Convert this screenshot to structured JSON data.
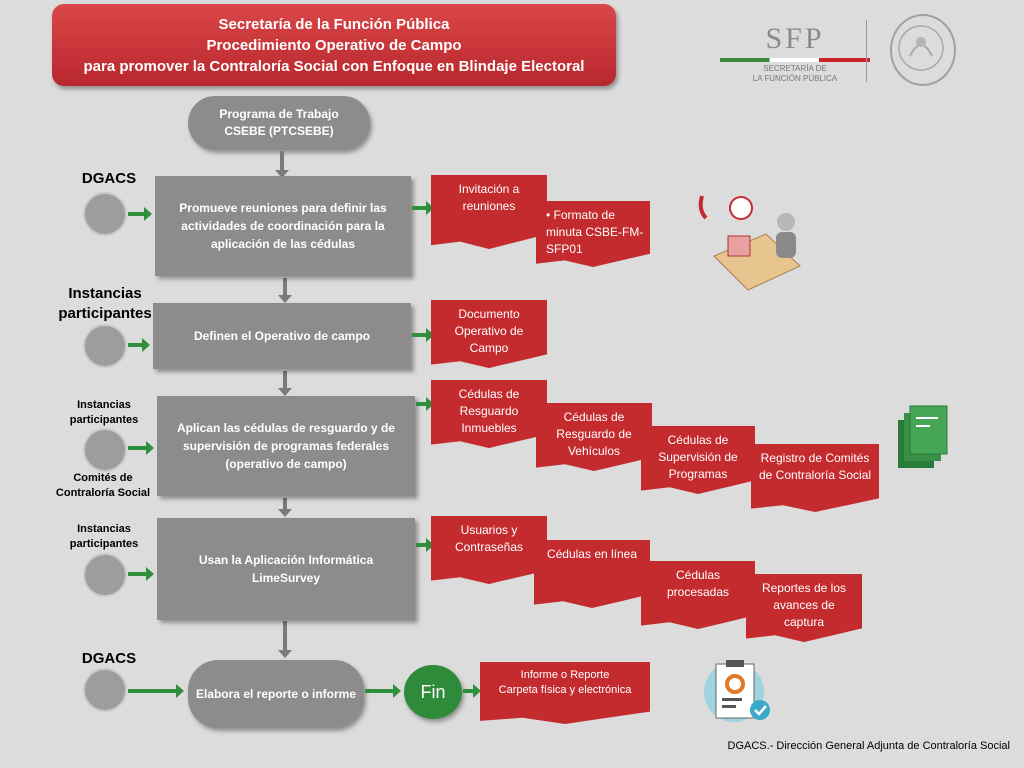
{
  "header": {
    "line1": "Secretaría de la Función Pública",
    "line2": "Procedimiento Operativo de Campo",
    "line3": "para promover la Contraloría Social con Enfoque en Blindaje Electoral"
  },
  "logo": {
    "abbr": "SFP",
    "sub1": "SECRETARÍA DE",
    "sub2": "LA FUNCIÓN PÚBLICA"
  },
  "start": {
    "line1": "Programa de Trabajo",
    "line2": "CSEBE (PTCSEBE)"
  },
  "actors": {
    "a1": "DGACS",
    "a2_line1": "Instancias",
    "a2_line2": "participantes",
    "a3_line1": "Instancias",
    "a3_line2": "participantes",
    "a3_bottom1": "Comités de",
    "a3_bottom2": "Contraloría Social",
    "a4_line1": "Instancias",
    "a4_line2": "participantes",
    "a5": "DGACS"
  },
  "steps": {
    "s1": "Promueve  reuniones para definir las actividades de coordinación para la aplicación de las cédulas",
    "s2": "Definen  el Operativo de campo",
    "s3": "Aplican las cédulas de resguardo y de supervisión de programas federales (operativo de campo)",
    "s4": "Usan  la Aplicación Informática LimeSurvey",
    "s5": "Elabora el reporte o informe"
  },
  "docs": {
    "d1a": "Invitación a reuniones",
    "d1b": "• Formato de minuta CSBE-FM-SFP01",
    "d2": "Documento Operativo de Campo",
    "d3a": "Cédulas de Resguardo Inmuebles",
    "d3b": "Cédulas de Resguardo de Vehículos",
    "d3c": "Cédulas de Supervisión de Programas",
    "d3d": "Registro de Comités de Contraloría Social",
    "d4a": "Usuarios y Contraseñas",
    "d4b": "Cédulas en línea",
    "d4c": "Cédulas procesadas",
    "d4d": "Reportes de los avances de captura",
    "d5_line1": "Informe o Reporte",
    "d5_line2": "Carpeta física y electrónica"
  },
  "end": "Fin",
  "footer": "DGACS.- Dirección General Adjunta de Contraloría Social",
  "colors": {
    "red": "#c42b2f",
    "grey": "#8c8c8c",
    "green": "#2e8b3a"
  },
  "icons": [
    "actor-icon",
    "office-worker-icon",
    "green-binder-icon",
    "clipboard-report-icon",
    "seal-icon"
  ]
}
